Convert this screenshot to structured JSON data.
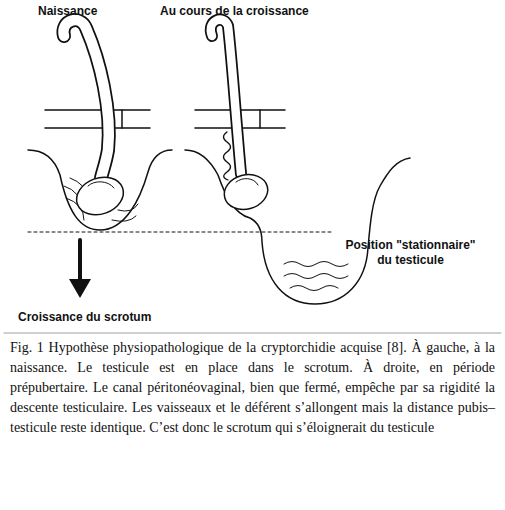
{
  "diagram": {
    "caption": "Fig. 1 Hypothèse physiopathologique de la cryptorchidie acquise [8]. À gauche, à la naissance. Le testicule est en place dans le scrotum. À droite, en période prépubertaire. Le canal péritonéovaginal, bien que fermé, empêche par sa rigidité la descente testiculaire. Les vaisseaux et le déférent s’allongent mais la distance pubis–testicule reste identique. C’est donc le scrotum qui s’éloignerait du testicule",
    "labels": [
      "Naissance",
      "Au cours de la croissance",
      "Position \"stationnaire\" du testicule",
      "Croissance du scrotum"
    ]
  }
}
